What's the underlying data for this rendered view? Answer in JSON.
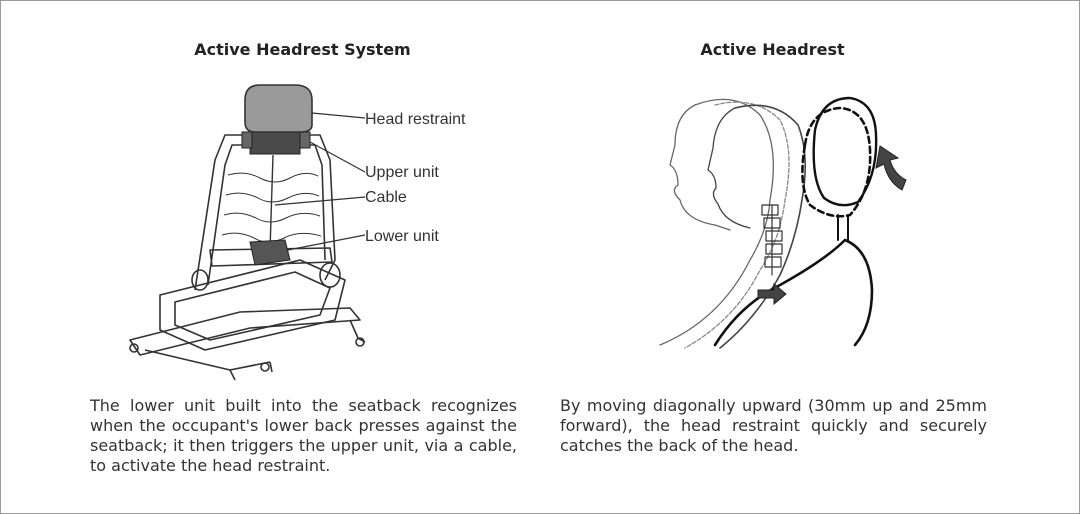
{
  "left_panel": {
    "title": "Active Headrest System",
    "labels": {
      "head_restraint": "Head restraint",
      "upper_unit": "Upper unit",
      "cable": "Cable",
      "lower_unit": "Lower unit"
    },
    "caption": "The lower unit built into the seatback recognizes when the occupant's lower back presses against the seatback; it then triggers the upper unit, via a cable, to activate the head restraint."
  },
  "right_panel": {
    "title": "Active Headrest",
    "caption": "By moving diagonally upward (30mm up and 25mm forward), the head restraint quickly and securely catches the back of the head."
  }
}
